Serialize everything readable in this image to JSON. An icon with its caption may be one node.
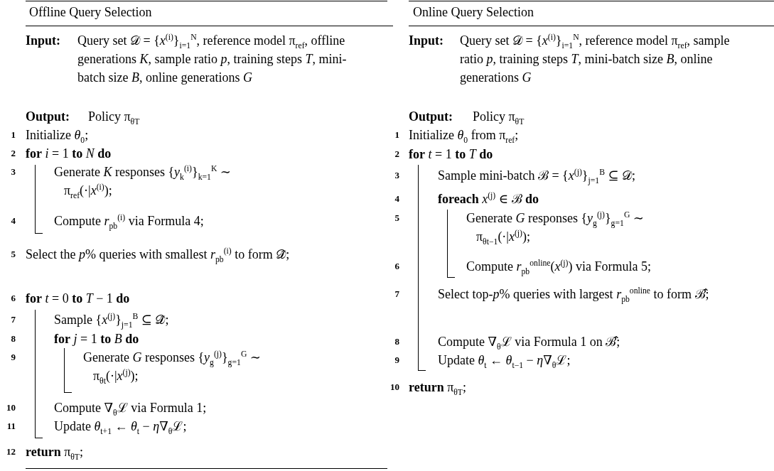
{
  "diagram": {
    "labels": [
      "Offline Query Selection",
      "Input:",
      "Query set 𝒟 = {*x*$^{(i)}$}$_{i=1}$$^{N}$, reference model π$_{ref}$, offline generations *K*, sample ratio *p*, training steps *T*, mini-batch size *B*, online generations *G*",
      "Output:",
      "Policy π$_{θT}$",
      "1",
      "Initialize *θ*$_{0}$;",
      "2",
      "**for** *i* = 1 **to** *N* **do**",
      "3",
      "Generate *K* responses {*y*$_{k}$$^{(i)}$}$_{k=1}$$^{K}$ ∼ π$_{ref}$(·|*x*$^{(i)}$);",
      "4",
      "Compute *r*$_{pb}$$^{(i)}$ via Formula 4;",
      "5",
      "Select the *p*% queries with smallest *r*$_{pb}$$^{(i)}$ to form 𝒟̂;",
      "6",
      "**for** *t* = 0 **to** *T* − 1 **do**",
      "7",
      "Sample {*x*$^{(j)}$}$_{j=1}$$^{B}$ ⊆ 𝒟̂;",
      "8",
      "**for** *j* = 1 **to** *B* **do**",
      "9",
      "Generate *G* responses {*y*$_{g}$$^{(j)}$}$_{g=1}$$^{G}$ ∼ π$_{θt}$(·|*x*$^{(j)}$);",
      "10",
      "Compute ∇$_{θ}$ℒ via Formula 1;",
      "11",
      "Update *θ*$_{t+1}$ ← *θ*$_{t}$ − *η*∇$_{θ}$ℒ;",
      "12",
      "**return** π$_{θT}$;",
      "Online Query Selection",
      "Input:",
      "Query set 𝒟 = {*x*$^{(i)}$}$_{i=1}$$^{N}$, reference model π$_{ref}$, sample ratio *p*, training steps *T*, mini-batch size *B*, online generations *G*",
      "Output:",
      "Policy π$_{θT}$",
      "1",
      "Initialize *θ*$_{0}$ from π$_{ref}$;",
      "2",
      "**for** *t* = 1 **to** *T* **do**",
      "3",
      "Sample mini-batch ℬ = {*x*$^{(j)}$}$_{j=1}$$^{B}$ ⊆ 𝒟;",
      "4",
      "**foreach** *x*$^{(j)}$ ∈ ℬ **do**",
      "5",
      "Generate *G* responses {*y*$_{g}$$^{(j)}$}$_{g=1}$$^{G}$ ∼ π$_{θt−1}$(·|*x*$^{(j)}$);",
      "6",
      "Compute *r*$_{pb}$$^{online}$(*x*$^{(j)}$) via Formula 5;",
      "7",
      "Select top-*p*% queries with largest *r*$_{pb}$$^{online}$ to form ℬ̂;",
      "8",
      "Compute ∇$_{θ}$ℒ via Formula 1 on ℬ̂;",
      "9",
      "Update *θ*$_{t}$ ← *θ*$_{t−1}$ − *η*∇$_{θ}$ℒ;",
      "10",
      "**return** π$_{θT}$;"
    ]
  }
}
